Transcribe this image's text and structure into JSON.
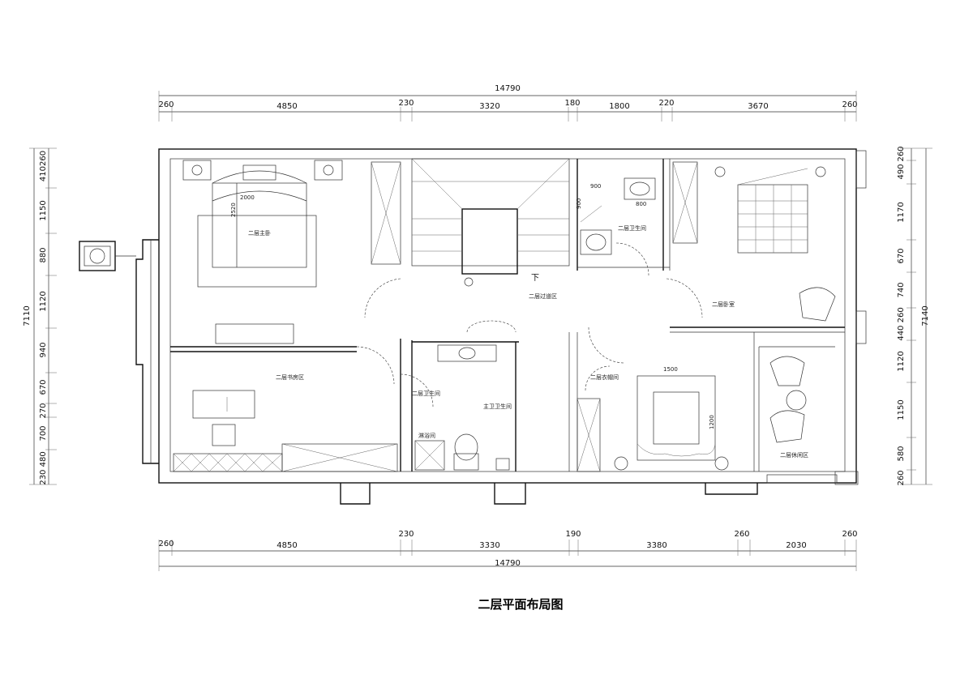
{
  "title": "二层平面布局图",
  "dimensions": {
    "top_total": "14790",
    "top_segments": [
      "260",
      "4850",
      "230",
      "3320",
      "180",
      "1800",
      "220",
      "3670",
      "260"
    ],
    "bottom_total": "14790",
    "bottom_segments": [
      "260",
      "4850",
      "230",
      "3330",
      "190",
      "3380",
      "260",
      "2030",
      "260"
    ],
    "left_total": "7110",
    "left_segments": [
      "410260",
      "1150",
      "880",
      "1120",
      "940",
      "670",
      "270",
      "700",
      "230 480"
    ],
    "right_total": "7140",
    "right_segments": [
      "260",
      "490",
      "1170",
      "670",
      "740",
      "440 260",
      "1120",
      "1150",
      "580",
      "260"
    ]
  },
  "rooms": {
    "master_bedroom": "二层主卧",
    "stair_hall": "二层过道区",
    "bedroom2": "二层卧室",
    "study": "二层书房区",
    "bathroom1": "二层卫生间",
    "bathroom2": "二层卫生间",
    "dressing": "二层衣帽间",
    "leisure": "二层休闲区",
    "shower": "淋浴间",
    "master_bath": "主卫卫生间"
  },
  "labels": {
    "down": "下",
    "d2000": "2000",
    "d1500": "1500",
    "d1200": "1200",
    "d900a": "900",
    "d900b": "900",
    "d800": "800",
    "d2520": "2520"
  }
}
